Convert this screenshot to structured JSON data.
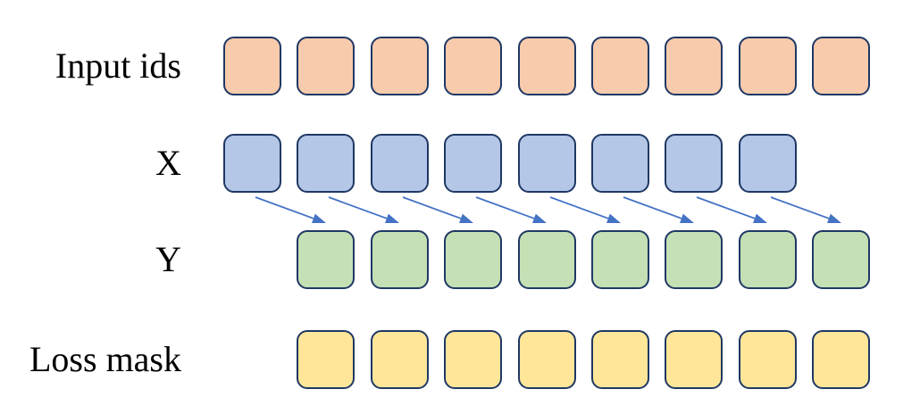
{
  "diagram": {
    "background": "#FFFFFF",
    "rows": [
      {
        "id": "input_ids",
        "label": "Input ids",
        "color_key": "orange",
        "box_count": 9,
        "start_col": 0
      },
      {
        "id": "x",
        "label": "X",
        "color_key": "blue",
        "box_count": 8,
        "start_col": 0
      },
      {
        "id": "y",
        "label": "Y",
        "color_key": "green",
        "box_count": 8,
        "start_col": 1
      },
      {
        "id": "loss_mask",
        "label": "Loss mask",
        "color_key": "yellow",
        "box_count": 8,
        "start_col": 1
      }
    ],
    "colors": {
      "orange": "#F8CBAD",
      "blue": "#B4C7E7",
      "green": "#C5E0B4",
      "yellow": "#FFE699",
      "box_border": "#1F3864",
      "arrow": "#4472C4",
      "label_text": "#000000"
    },
    "arrows": {
      "count": 8,
      "from_row": "x",
      "to_row": "y",
      "description": "each X token points diagonally down-right to the next-position Y token"
    }
  }
}
